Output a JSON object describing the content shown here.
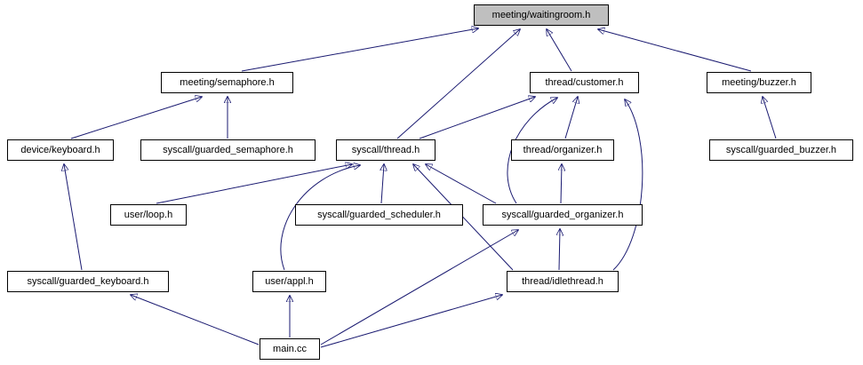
{
  "diagram": {
    "type": "include-dependency-graph",
    "root": "meeting/waitingroom.h",
    "colors": {
      "edge": "#191970",
      "node_border": "#000000",
      "node_fill": "#ffffff",
      "root_fill": "#bfbfbf",
      "background": "#ffffff"
    },
    "nodes": [
      {
        "label": "meeting/waitingroom.h",
        "highlighted": true
      },
      {
        "label": "meeting/semaphore.h",
        "highlighted": false
      },
      {
        "label": "thread/customer.h",
        "highlighted": false
      },
      {
        "label": "meeting/buzzer.h",
        "highlighted": false
      },
      {
        "label": "device/keyboard.h",
        "highlighted": false
      },
      {
        "label": "syscall/guarded_semaphore.h",
        "highlighted": false
      },
      {
        "label": "syscall/thread.h",
        "highlighted": false
      },
      {
        "label": "thread/organizer.h",
        "highlighted": false
      },
      {
        "label": "syscall/guarded_buzzer.h",
        "highlighted": false
      },
      {
        "label": "user/loop.h",
        "highlighted": false
      },
      {
        "label": "syscall/guarded_scheduler.h",
        "highlighted": false
      },
      {
        "label": "syscall/guarded_organizer.h",
        "highlighted": false
      },
      {
        "label": "syscall/guarded_keyboard.h",
        "highlighted": false
      },
      {
        "label": "user/appl.h",
        "highlighted": false
      },
      {
        "label": "thread/idlethread.h",
        "highlighted": false
      },
      {
        "label": "main.cc",
        "highlighted": false
      }
    ],
    "edges": [
      {
        "from": "meeting/semaphore.h",
        "to": "meeting/waitingroom.h"
      },
      {
        "from": "thread/customer.h",
        "to": "meeting/waitingroom.h"
      },
      {
        "from": "syscall/thread.h",
        "to": "meeting/waitingroom.h"
      },
      {
        "from": "meeting/buzzer.h",
        "to": "meeting/waitingroom.h"
      },
      {
        "from": "device/keyboard.h",
        "to": "meeting/semaphore.h"
      },
      {
        "from": "syscall/guarded_semaphore.h",
        "to": "meeting/semaphore.h"
      },
      {
        "from": "syscall/guarded_buzzer.h",
        "to": "meeting/buzzer.h"
      },
      {
        "from": "syscall/thread.h",
        "to": "thread/customer.h"
      },
      {
        "from": "thread/organizer.h",
        "to": "thread/customer.h"
      },
      {
        "from": "syscall/guarded_organizer.h",
        "to": "thread/customer.h"
      },
      {
        "from": "thread/idlethread.h",
        "to": "thread/customer.h"
      },
      {
        "from": "syscall/guarded_organizer.h",
        "to": "thread/organizer.h"
      },
      {
        "from": "user/loop.h",
        "to": "syscall/thread.h"
      },
      {
        "from": "syscall/guarded_scheduler.h",
        "to": "syscall/thread.h"
      },
      {
        "from": "syscall/guarded_organizer.h",
        "to": "syscall/thread.h"
      },
      {
        "from": "user/appl.h",
        "to": "syscall/thread.h"
      },
      {
        "from": "thread/idlethread.h",
        "to": "syscall/thread.h"
      },
      {
        "from": "thread/idlethread.h",
        "to": "syscall/guarded_organizer.h"
      },
      {
        "from": "syscall/guarded_keyboard.h",
        "to": "device/keyboard.h"
      },
      {
        "from": "main.cc",
        "to": "syscall/guarded_keyboard.h"
      },
      {
        "from": "main.cc",
        "to": "user/appl.h"
      },
      {
        "from": "main.cc",
        "to": "thread/idlethread.h"
      },
      {
        "from": "main.cc",
        "to": "syscall/guarded_organizer.h"
      }
    ]
  }
}
